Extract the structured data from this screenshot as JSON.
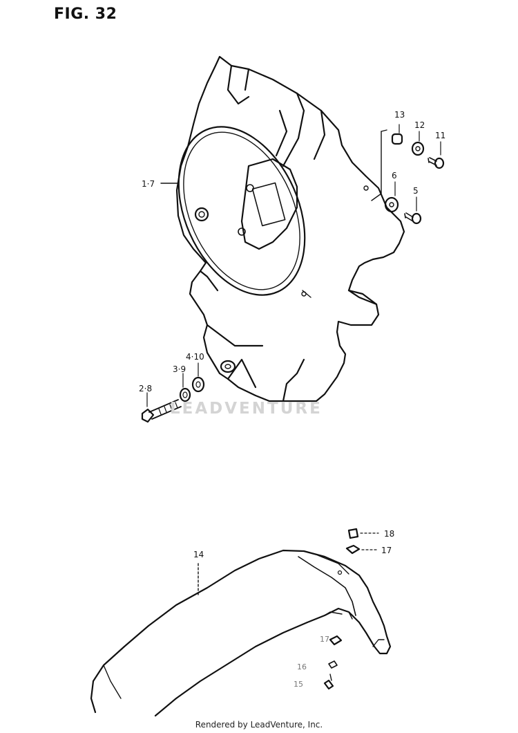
{
  "figure": {
    "title": "FIG. 32"
  },
  "watermark": {
    "text": "LEADVENTURE"
  },
  "footer": {
    "credit": "Rendered by LeadVenture, Inc."
  },
  "callouts": {
    "c1_7": "1·7",
    "c13": "13",
    "c12": "12",
    "c11": "11",
    "c6": "6",
    "c5": "5",
    "c4_10": "4·10",
    "c3_9": "3·9",
    "c2_8": "2·8",
    "c14": "14",
    "c18": "18",
    "c17": "17",
    "c17b": "17",
    "c16": "16",
    "c15": "15"
  },
  "parts": [
    "headlight-housing",
    "spacer",
    "washer",
    "screw",
    "bolt",
    "lock-washer",
    "flat-washer",
    "front-fender",
    "nut",
    "clip-nut"
  ],
  "colors": {
    "ink": "#111111",
    "watermark": "#d4d4d4",
    "background": "#ffffff"
  }
}
